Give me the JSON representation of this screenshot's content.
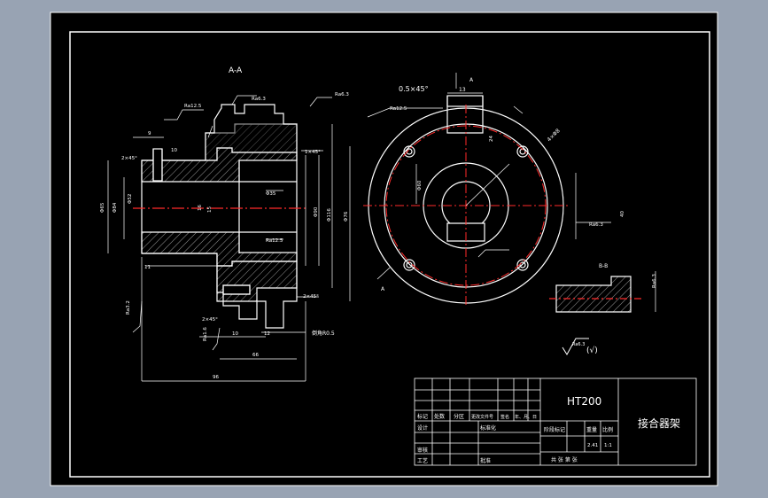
{
  "section_label": "A-A",
  "view_label": "B-B",
  "material": "HT200",
  "part_name": "接合器架",
  "scale": "1:1",
  "colors": {
    "background": "#000000",
    "line": "#ffffff",
    "centerline": "#ff2a2a",
    "cad_backdrop": "#98a3b3"
  },
  "title_block": {
    "row_labels": [
      "标记",
      "处数",
      "分区",
      "更改文件号",
      "签名",
      "年、月、日"
    ],
    "design": "设计",
    "standardize": "标准化",
    "review": "审核",
    "process": "工艺",
    "approve": "批准",
    "stage_mark": "阶段标记",
    "weight": "重量",
    "ratio": "比例",
    "weight_value": "2.41",
    "sheets": "共   张   第   张"
  },
  "dimensions": {
    "r_top1": "Ra12.5",
    "r_top2": "Ra6.3",
    "r_top3": "Ra6.3",
    "d_9": "9",
    "d_10": "10",
    "d_2x45_left": "2×45°",
    "d_1x45": "1×45°",
    "d_phi65": "Φ65",
    "d_phi52": "Φ52",
    "d_phi84": "Φ84",
    "d_phi35": "Φ35",
    "d_phi90": "Φ90",
    "d_phi116": "Φ116",
    "d_phi76": "Φ76",
    "d_ra125_mid": "Ra12.5",
    "d_15": "15",
    "d_16": "16",
    "d_ra32": "Ra3.2",
    "d_2x45_bottom": "2×45°",
    "d_2x45_right": "2×45°",
    "d_11": "11",
    "d_10b": "10",
    "d_12": "12",
    "d_round": "倒角R0.5",
    "d_66": "66",
    "d_96": "96",
    "d_ra16": "Ra1.6",
    "d_ra63_right": "Ra6.3",
    "d_05x45": "0.5×45°",
    "d_13": "13",
    "d_24": "24",
    "d_phi8": "4×Φ8",
    "d_phi60": "Φ60",
    "d_ra63_b": "Ra6.3",
    "d_40": "40",
    "d_rough": "Ra6.3",
    "d_rough_paren": "(√)",
    "d_section_a": "A"
  }
}
